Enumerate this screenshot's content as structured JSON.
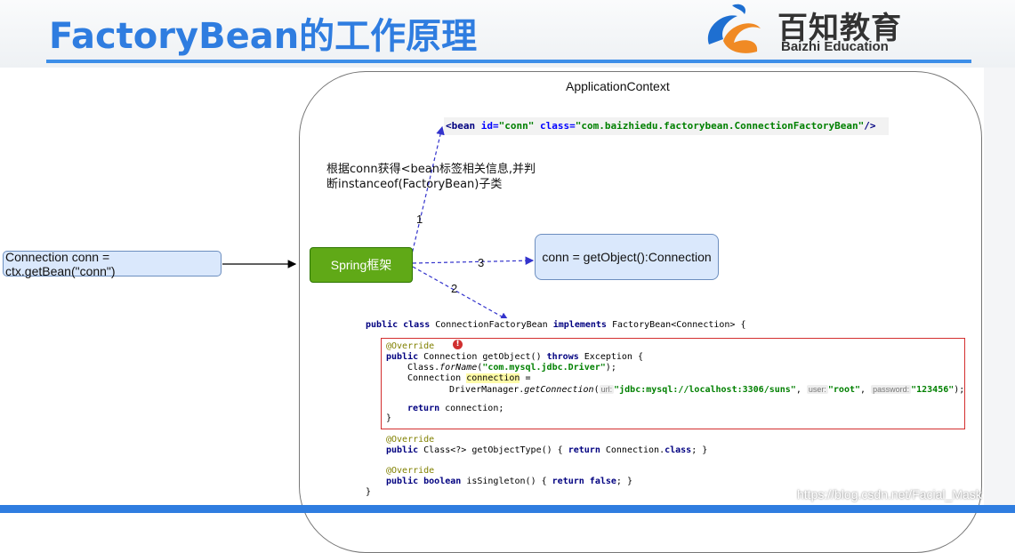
{
  "header": {
    "title": "FactoryBean的工作原理",
    "logo_cn": "百知教育",
    "logo_en": "Baizhi Education"
  },
  "diagram": {
    "container_label": "ApplicationContext",
    "client_call": "Connection conn = ctx.getBean(\"conn\")",
    "framework": "Spring框架",
    "result": "conn  =  getObject():Connection",
    "bean_xml": {
      "open": "<bean",
      "id_attr": "id=",
      "id_val": "\"conn\"",
      "class_attr": "class=",
      "class_val": "\"com.baizhiedu.factorybean.ConnectionFactoryBean\"",
      "close": "/>"
    },
    "note_line1": "根据conn获得<bean标签相关信息,并判",
    "note_line2": "断instanceof(FactoryBean)子类",
    "edge_labels": [
      "1",
      "2",
      "3"
    ]
  },
  "code": {
    "l1_kw": "public class",
    "l1_name": " ConnectionFactoryBean ",
    "l1_kw2": "implements",
    "l1_rest": " FactoryBean<Connection> {",
    "override": "@Override",
    "l3_kw": "public",
    "l3_rest": " Connection getObject() ",
    "l3_kw2": "throws",
    "l3_rest2": " Exception {",
    "l4_a": "Class.",
    "l4_b": "forName",
    "l4_c": "(",
    "l4_str": "\"com.mysql.jdbc.Driver\"",
    "l4_d": ");",
    "l5_a": "Connection ",
    "l5_b": "connection",
    "l5_c": " =",
    "l6_a": "DriverManager.",
    "l6_b": "getConnection",
    "l6_c": "(",
    "hint_url": "url:",
    "l6_s1": "\"jdbc:mysql://localhost:3306/suns\"",
    "hint_user": "user:",
    "l6_s2": "\"root\"",
    "hint_password": "password:",
    "l6_s3": "\"123456\"",
    "l6_end": ");",
    "l8_kw": "return",
    "l8_rest": " connection;",
    "brace_close": "}",
    "l11_kw": "public",
    "l11_a": " Class<?> getObjectType() ",
    "l11_b": "{ ",
    "l11_kw2": "return",
    "l11_c": " Connection.",
    "l11_kw3": "class",
    "l11_d": "; }",
    "l14_kw": "public boolean",
    "l14_a": " isSingleton() ",
    "l14_b": "{ ",
    "l14_kw2": "return false",
    "l14_c": "; }",
    "error_badge": "!"
  },
  "watermark": "https://blog.csdn.net/Facial_Mask",
  "colors": {
    "title_blue": "#2f7de0",
    "spring_green": "#60a917",
    "box_blue_fill": "#dae8fc",
    "box_blue_border": "#6c8ebf",
    "arrow_dashed": "#3333cc",
    "error_red": "#d32f2f"
  }
}
